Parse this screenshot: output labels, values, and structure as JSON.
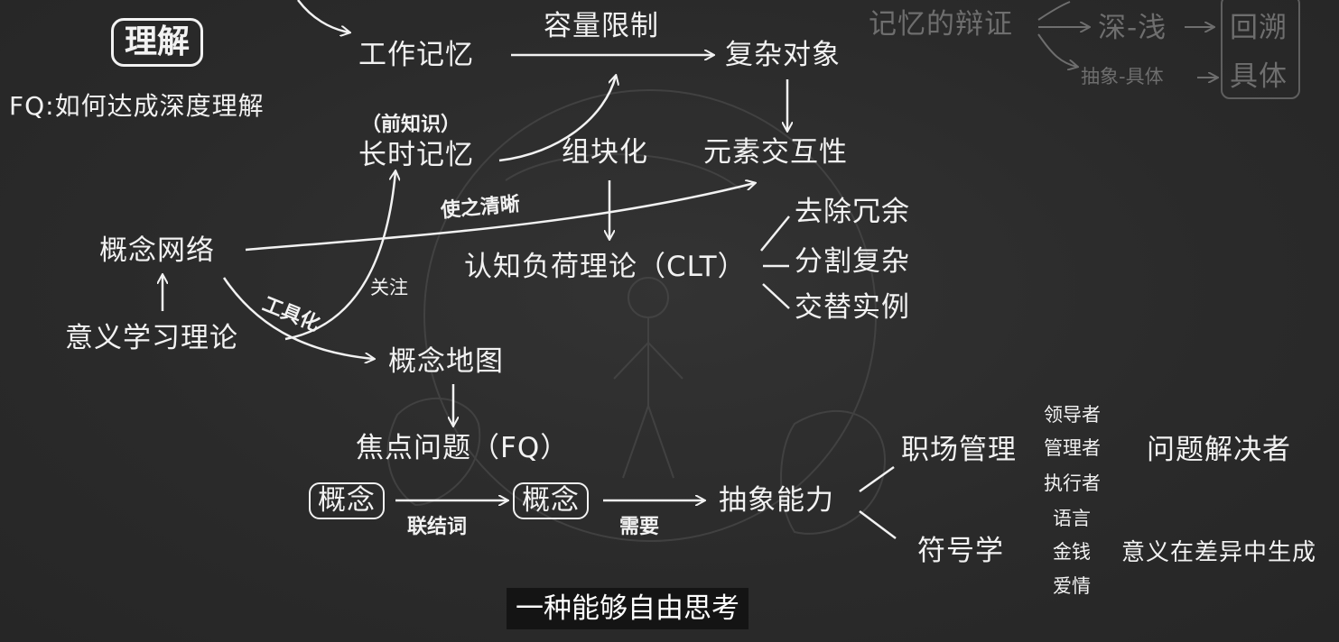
{
  "title": "理解",
  "focus_question": "FQ:如何达成深度理解",
  "nodes": {
    "working_memory": "工作记忆",
    "capacity_limit": "容量限制",
    "complex_object": "复杂对象",
    "prior_knowledge": "（前知识）",
    "long_term_memory": "长时记忆",
    "chunking": "组块化",
    "element_interactivity": "元素交互性",
    "make_clear": "使之清晰",
    "concept_network": "概念网络",
    "remove_redundancy": "去除冗余",
    "clt": "认知负荷理论（CLT）",
    "split_complex": "分割复杂",
    "alternate_examples": "交替实例",
    "focus": "关注",
    "tool": "工具化",
    "meaningful_learning": "意义学习理论",
    "concept_map": "概念地图",
    "focus_question_node": "焦点问题（FQ）",
    "concept_a": "概念",
    "concept_b": "概念",
    "linking_word": "联结词",
    "need": "需要",
    "abstraction": "抽象能力",
    "workplace": "职场管理",
    "semiotics": "符号学",
    "leader": "领导者",
    "manager": "管理者",
    "executor": "执行者",
    "problem_solver": "问题解决者",
    "language": "语言",
    "money": "金钱",
    "love": "爱情",
    "meaning_difference": "意义在差异中生成"
  },
  "faded": {
    "memory_debate": "记忆的辩证",
    "deep_shallow": "深-浅",
    "abstract_concrete": "抽象-具体",
    "backtrack": "回溯",
    "concrete": "具体"
  },
  "caption": "一种能够自由思考",
  "colors": {
    "background": "#2b2b2b",
    "chalk": "#f2f2f2",
    "faded": "#6e6e6e",
    "caption_bg": "#141414"
  }
}
